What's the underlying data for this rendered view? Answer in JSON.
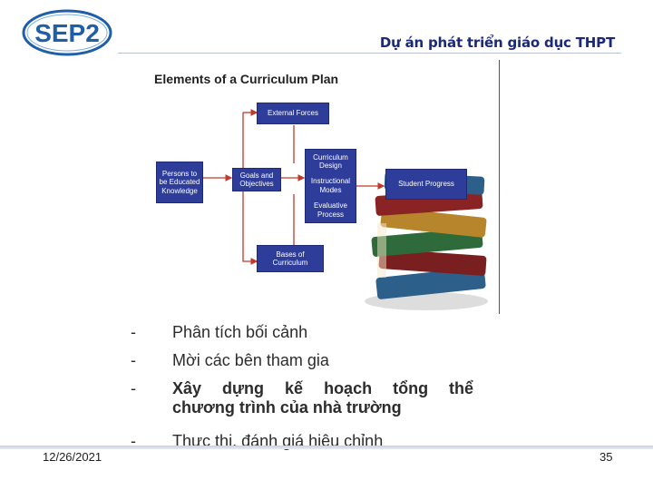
{
  "header": {
    "logo_text": "SEP2",
    "project_title": "Dự án phát triển giáo dục THPT"
  },
  "diagram": {
    "title": "Elements of a Curriculum  Plan",
    "boxes": {
      "external_forces": "External Forces",
      "persons": "Persons to be Educated Knowledge",
      "goals": "Goals and Objectives",
      "curriculum_design": "Curriculum Design",
      "instructional_modes": "Instructional Modes",
      "evaluative_process": "Evaluative Process",
      "student_progress": "Student Progress",
      "bases": "Bases of Curriculum"
    }
  },
  "bullets": [
    {
      "dash": "-",
      "text": "Phân tích bối cảnh"
    },
    {
      "dash": "-",
      "text": "Mời các bên tham gia"
    },
    {
      "dash": "-",
      "text": "Xây dựng kế hoạch tổng thể",
      "text2": "chương trình của nhà trường"
    },
    {
      "dash": "-",
      "text": "Thực thi, đánh giá hiệu chỉnh"
    }
  ],
  "footer": {
    "date": "12/26/2021",
    "page": "35"
  },
  "colors": {
    "box_fill": "#2e3d99",
    "title_navy": "#1b2a78",
    "arrow_red": "#c0392b"
  }
}
